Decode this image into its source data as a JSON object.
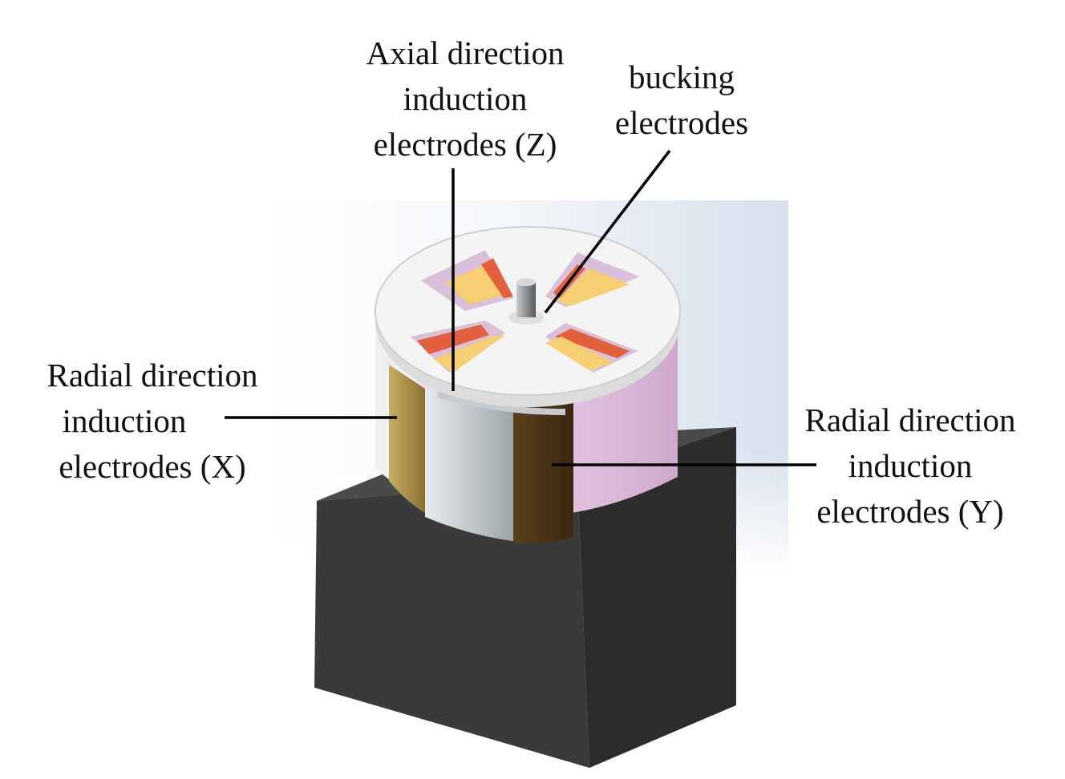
{
  "labels": {
    "axial_z": [
      "Axial direction",
      "induction",
      "electrodes (Z)"
    ],
    "bucking": [
      "bucking",
      "electrodes"
    ],
    "radial_x": [
      "Radial direction",
      "induction",
      "electrodes (X)"
    ],
    "radial_y": [
      "Radial direction",
      "induction",
      "electrodes (Y)"
    ]
  },
  "colors": {
    "base_block": "#3d3d3d",
    "disc": "#f2f2f2",
    "electrode_x": "#a98d47",
    "electrode_y": "#4a3418",
    "electrode_side_light": "#d8dde0",
    "cylinder_pink": "#e3c7e2",
    "pad_yellow": "#f7cf73",
    "pad_orange": "#e2603d",
    "backdrop": "#dfe6ef",
    "leader_line": "#000000"
  }
}
